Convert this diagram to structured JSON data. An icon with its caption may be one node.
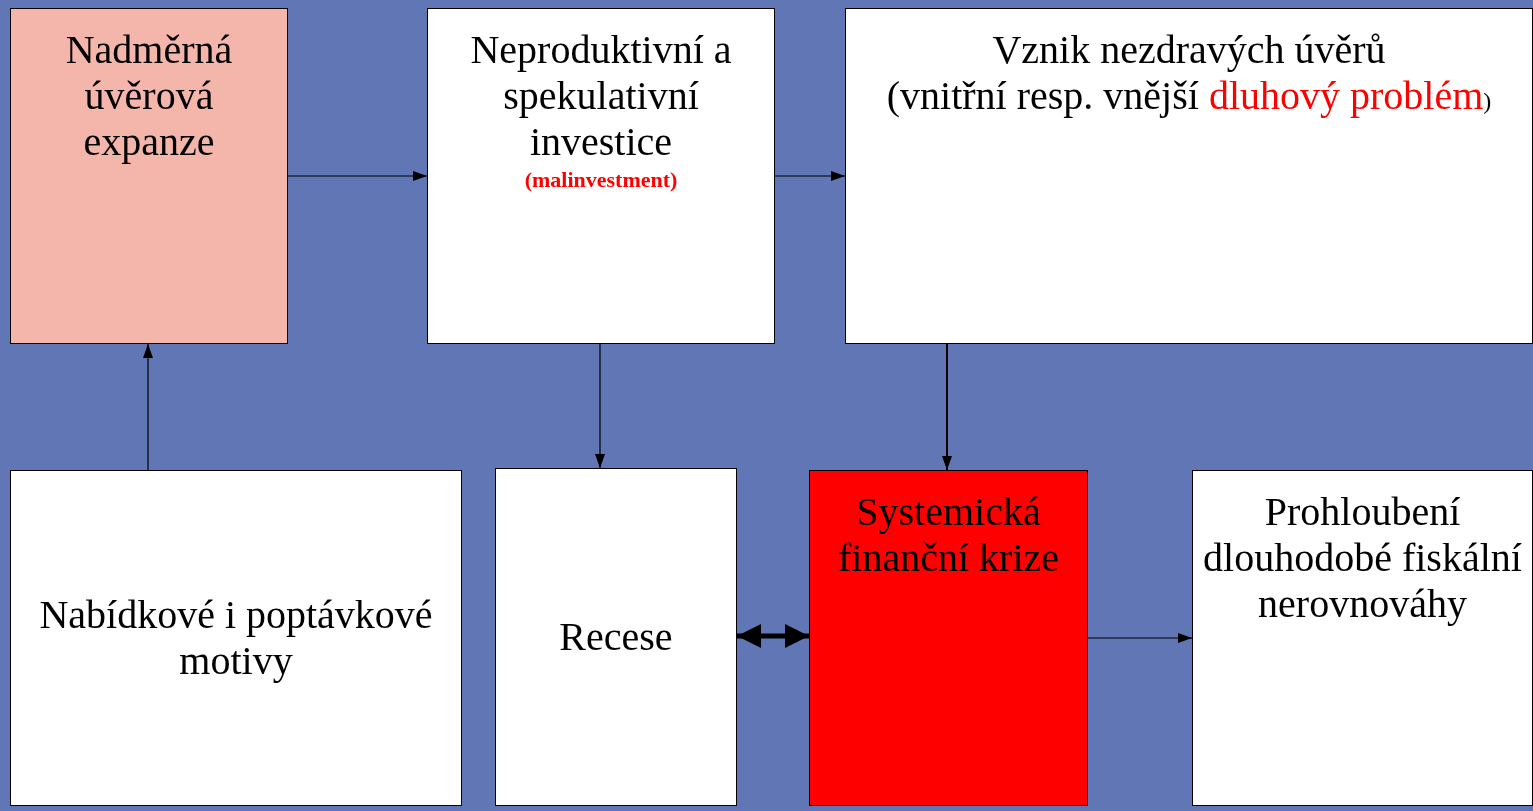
{
  "diagram": {
    "nodes": [
      {
        "text": [
          "Nadměrná úvěrová expanze"
        ]
      },
      {
        "text": [
          "Neproduktivní a spekulativní investice",
          "(malinvestment)"
        ]
      },
      {
        "text": [
          "Vznik nezdravých úvěrů",
          "(vnitřní resp. vnější",
          "dluhový problém",
          ")"
        ]
      },
      {
        "text": [
          "Nabídkové i poptávkové motivy"
        ]
      },
      {
        "text": [
          "Recese"
        ]
      },
      {
        "text": [
          "Systemická finanční krize"
        ]
      },
      {
        "text": [
          "Prohloubení dlouhodobé fiskální nerovnováhy"
        ]
      }
    ],
    "edges": [
      {
        "from": 0,
        "to": 1,
        "arrow": "to"
      },
      {
        "from": 1,
        "to": 2,
        "arrow": "to"
      },
      {
        "from": 3,
        "to": 0,
        "arrow": "to"
      },
      {
        "from": 1,
        "to": 4,
        "arrow": "to"
      },
      {
        "from": 2,
        "to": 5,
        "arrow": "to"
      },
      {
        "from": 4,
        "to": 5,
        "arrow": "both",
        "style": "thick"
      },
      {
        "from": 5,
        "to": 6,
        "arrow": "to"
      }
    ]
  }
}
